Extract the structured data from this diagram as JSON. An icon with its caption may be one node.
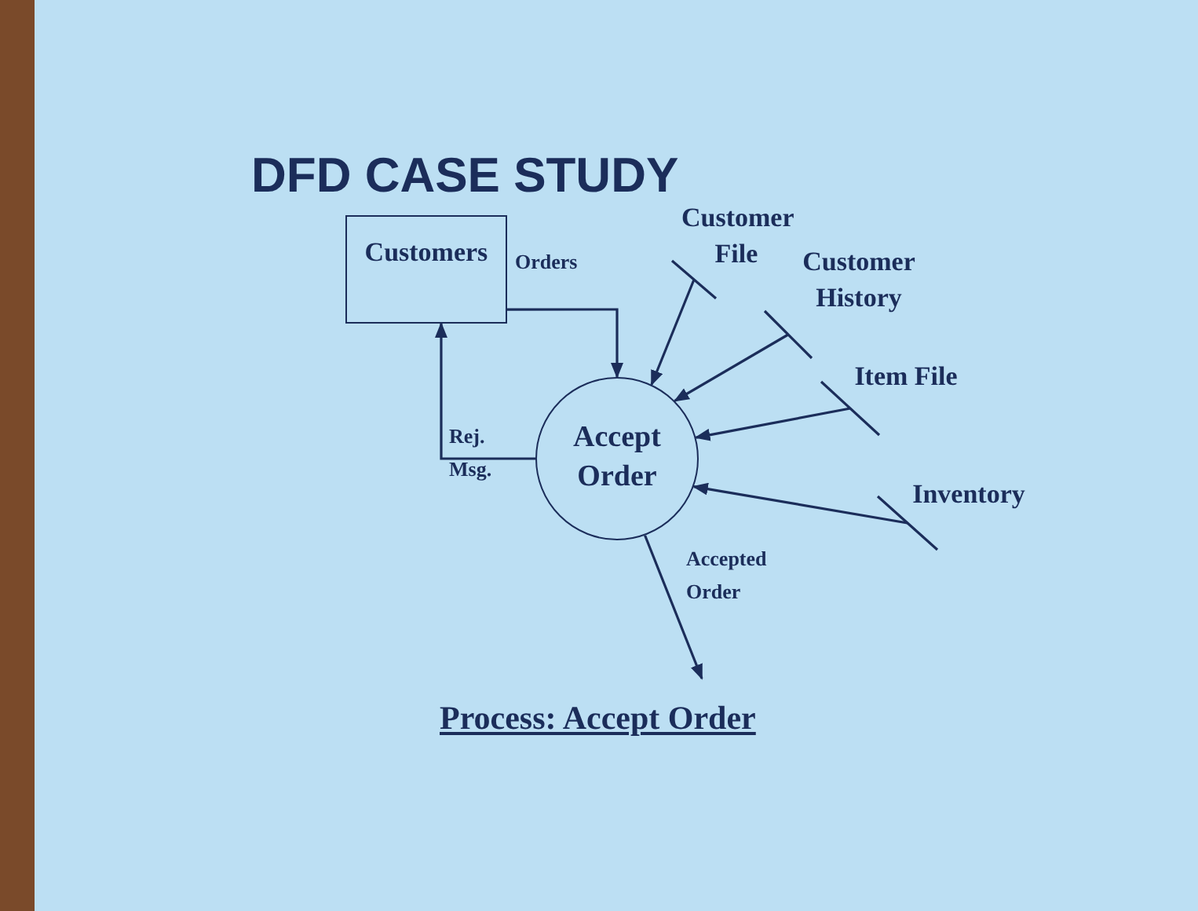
{
  "diagram": {
    "title": "DFD CASE STUDY",
    "caption": "Process: Accept Order",
    "nodes": [
      {
        "text": [
          "Customers"
        ]
      },
      {
        "text": [
          "Accept Order"
        ]
      },
      {
        "text": [
          "Customer File"
        ]
      },
      {
        "text": [
          "Customer History"
        ]
      },
      {
        "text": [
          "Item File"
        ]
      },
      {
        "text": [
          "Inventory"
        ]
      }
    ],
    "edges": [
      {
        "from": 0,
        "to": 1,
        "arrow": "to",
        "label": "Orders"
      },
      {
        "from": 1,
        "to": 0,
        "arrow": "to",
        "label": "Rej. Msg."
      },
      {
        "from": 2,
        "to": 1,
        "arrow": "to"
      },
      {
        "from": 3,
        "to": 1,
        "arrow": "to"
      },
      {
        "from": 4,
        "to": 1,
        "arrow": "to"
      },
      {
        "from": 5,
        "to": 1,
        "arrow": "to"
      },
      {
        "from": 1,
        "to": null,
        "arrow": "to",
        "label": "Accepted Order"
      }
    ]
  }
}
